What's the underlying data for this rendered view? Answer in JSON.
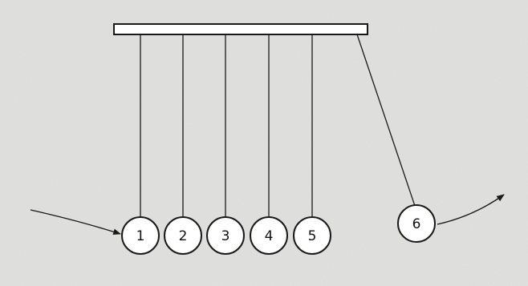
{
  "diagram": {
    "balls": [
      {
        "id": "ball-1",
        "label": "1"
      },
      {
        "id": "ball-2",
        "label": "2"
      },
      {
        "id": "ball-3",
        "label": "3"
      },
      {
        "id": "ball-4",
        "label": "4"
      },
      {
        "id": "ball-5",
        "label": "5"
      },
      {
        "id": "ball-6",
        "label": "6"
      }
    ]
  },
  "colors": {
    "background": "#e2e2e0",
    "line": "#1a1a1a",
    "ball_fill": "#ffffff"
  }
}
